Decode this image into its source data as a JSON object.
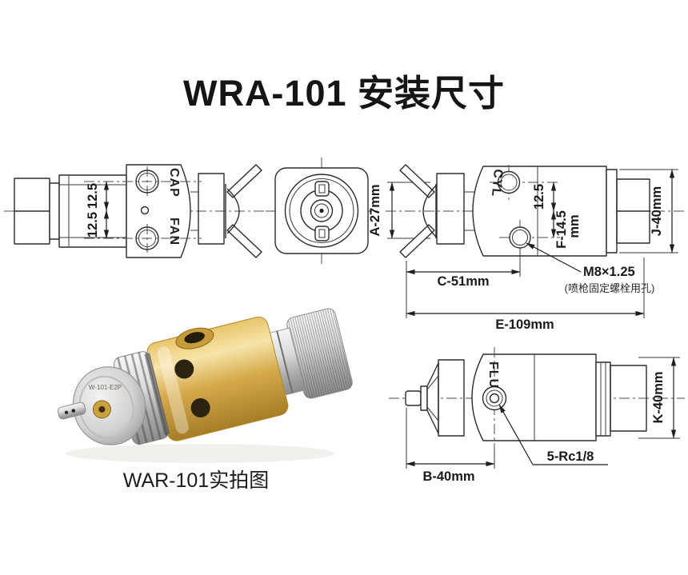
{
  "title": "WRA-101 安装尺寸",
  "colors": {
    "body_gold": "#d9ae4e",
    "chrome_silver": "#cdcdcd",
    "drawing_line": "#2b2b2b"
  },
  "drawings": {
    "rear_view": {
      "dim_port_top": "12.5",
      "dim_port_bottom": "12.5",
      "label_cap_port": "CAP",
      "label_fan_port": "FAN"
    },
    "front_view": {
      "dim_air_cap_height": "A-27mm"
    },
    "side_view": {
      "label_cyl_port": "CYL",
      "dim_port_offset": "12.5",
      "dim_bolt_hole_offset": "F-14.5",
      "dim_bolt_hole_offset_unit": "mm",
      "dim_knob_height": "J-40mm",
      "dim_front_length": "C-51mm",
      "dim_total_length": "E-109mm",
      "label_bolt_thread": "M8×1.25",
      "label_bolt_note": "(喷枪固定螺栓用孔)"
    },
    "bottom_view": {
      "label_flu_port": "FLU",
      "dim_knob_height": "K-40mm",
      "dim_front_length": "B-40mm",
      "label_port_thread": "5-Rc1/8"
    },
    "photo": {
      "caption": "WAR-101实拍图",
      "air_cap_marking": "W-101-E2P"
    }
  }
}
